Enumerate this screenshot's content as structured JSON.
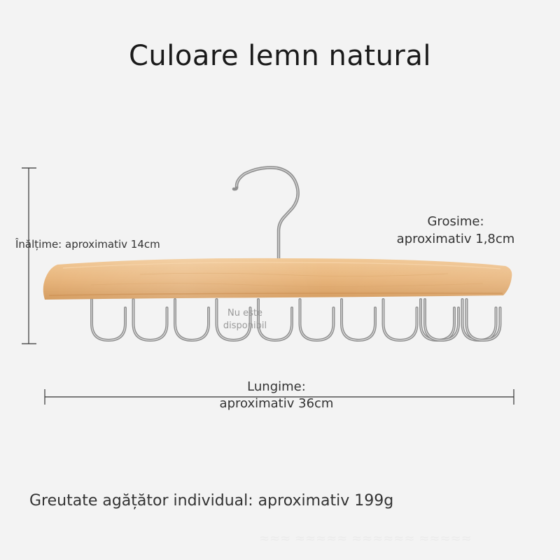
{
  "title": "Culoare lemn natural",
  "labels": {
    "height": "Înălțime: aproximativ 14cm",
    "thickness": {
      "line1": "Grosime:",
      "line2": "aproximativ 1,8cm"
    },
    "length": {
      "line1": "Lungime:",
      "line2": "aproximativ 36cm"
    },
    "not_available": {
      "line1": "Nu este",
      "line2": "disponibil"
    }
  },
  "weight": "Greutate agățător individual: aproximativ 199g",
  "bottom_text": "≈≈≈ ≈≈≈≈≈ ≈≈≈≈≈≈ ≈≈≈≈≈",
  "colors": {
    "background": "#f3f3f3",
    "wood": "#e8b87f",
    "metal": "#9a9a9a"
  },
  "hook_count": 10
}
